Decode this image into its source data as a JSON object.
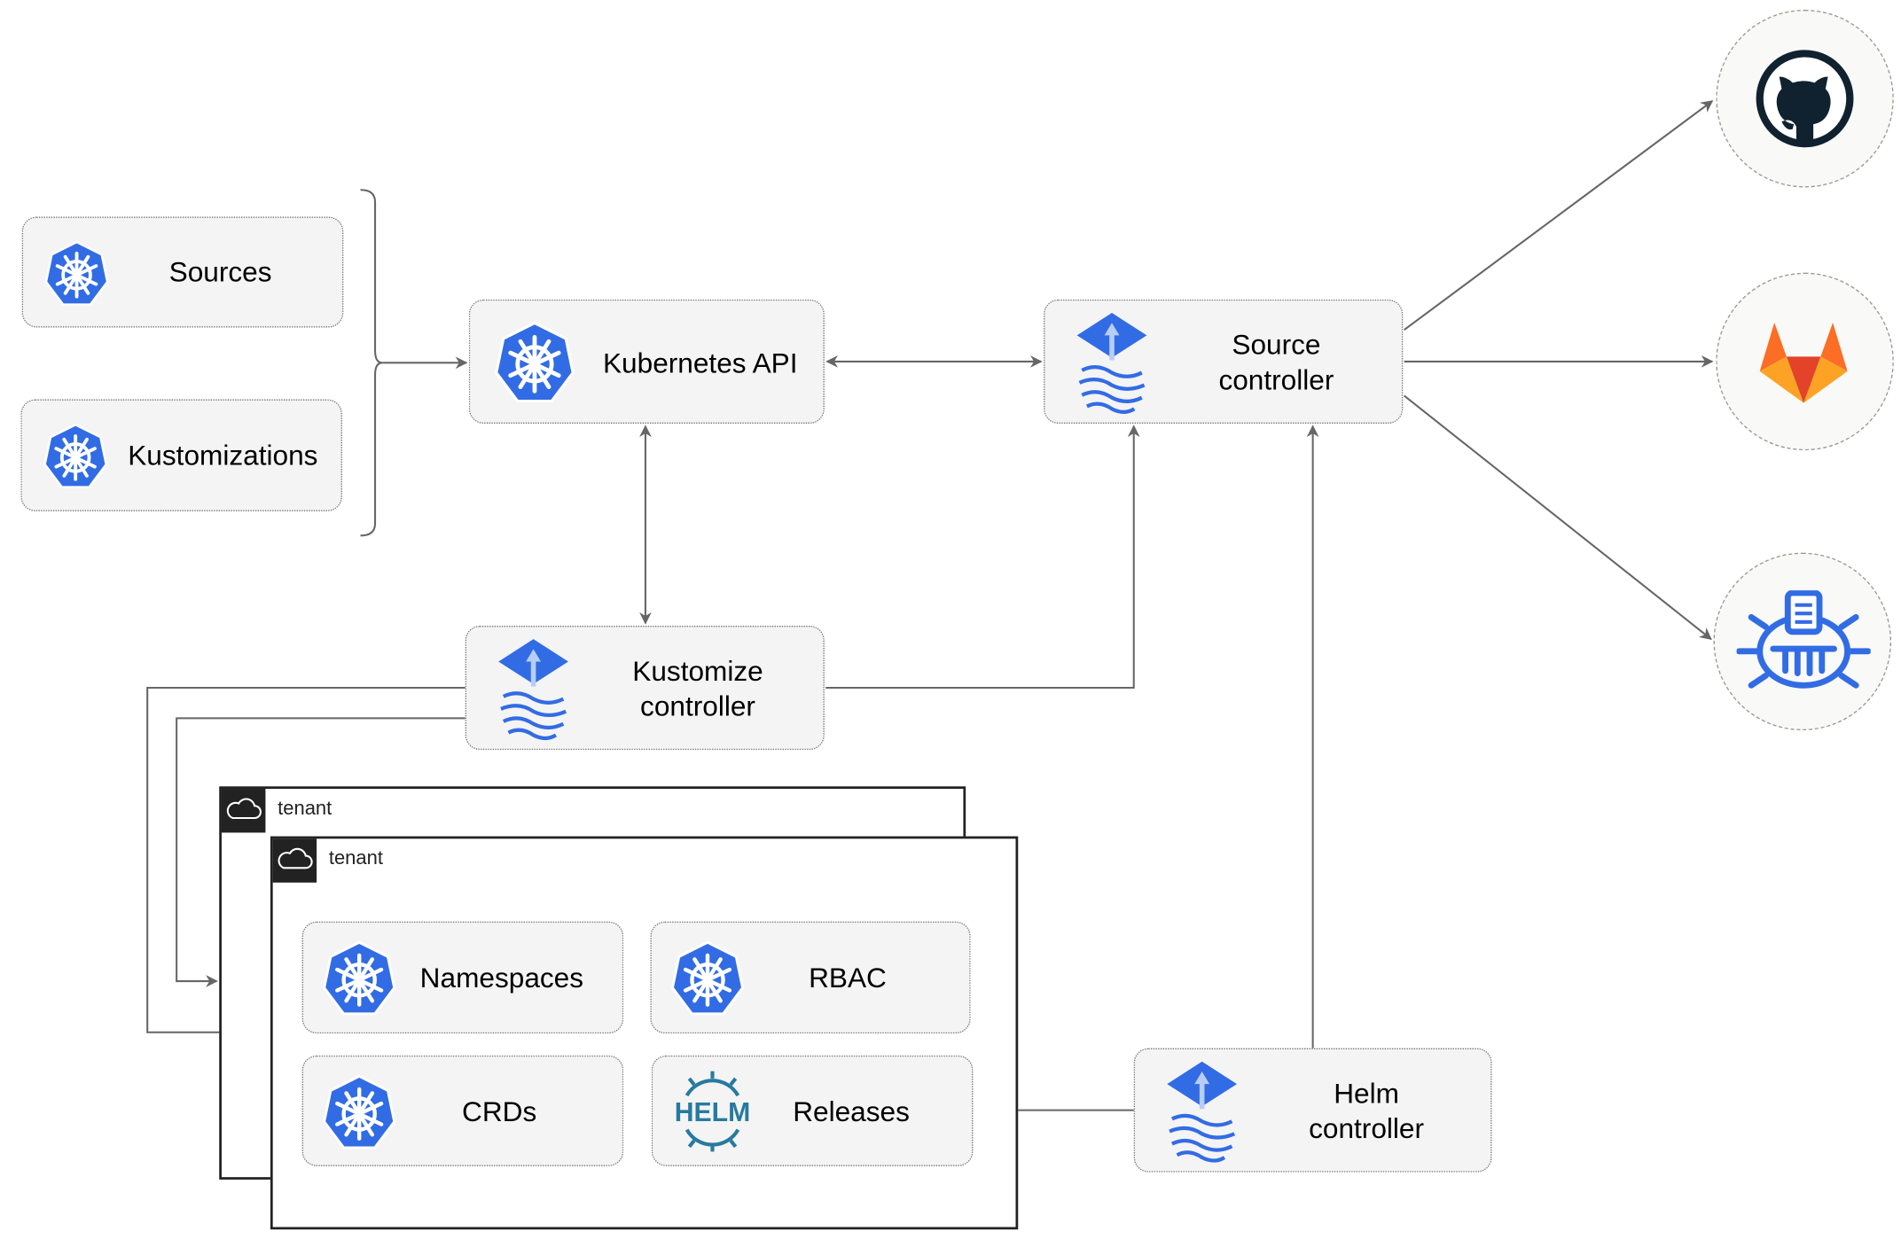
{
  "nodes": {
    "sources": "Sources",
    "kustomizations": "Kustomizations",
    "kubernetes_api": "Kubernetes API",
    "source_controller": [
      "Source",
      "controller"
    ],
    "kustomize_controller": [
      "Kustomize",
      "controller"
    ],
    "helm_controller": [
      "Helm",
      "controller"
    ],
    "namespaces": "Namespaces",
    "rbac": "RBAC",
    "crds": "CRDs",
    "releases": "Releases",
    "helm_logo": "HELM"
  },
  "tenants": [
    "tenant",
    "tenant"
  ],
  "external": [
    "github-icon",
    "gitlab-icon",
    "bucket-icon"
  ],
  "colors": {
    "k8s_blue": "#326ce5",
    "arrow": "#666666",
    "gitlab_orange": "#e24329",
    "github_dark": "#10222f"
  }
}
